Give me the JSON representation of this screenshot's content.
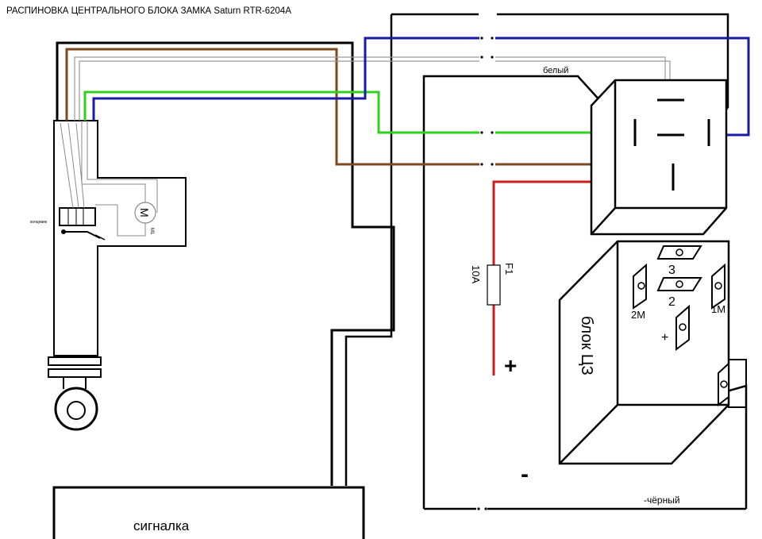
{
  "title": "РАСПИНОВКА ЦЕНТРАЛЬНОГО БЛОКА ЗАМКА   Saturn RTR-6204A",
  "labels": {
    "belyi": "белый",
    "koncevik": "концевик",
    "motor": "M",
    "motor_ref": "M1",
    "fuse_name": "F1",
    "fuse_rating": "10A",
    "plus": "+",
    "minus": "-",
    "cherny": "-чёрный",
    "signalka": "сигналка",
    "unit_name": "блок ЦЗ",
    "pin_3": "3",
    "pin_2": "2",
    "pin_2m": "2M",
    "pin_1m": "1M",
    "pin_plus": "+"
  },
  "colors": {
    "black": "#000000",
    "brown": "#7a4a1e",
    "green": "#2fd11f",
    "blue": "#1a1aa8",
    "red": "#d11a1a",
    "grey": "#9a9a9a"
  }
}
